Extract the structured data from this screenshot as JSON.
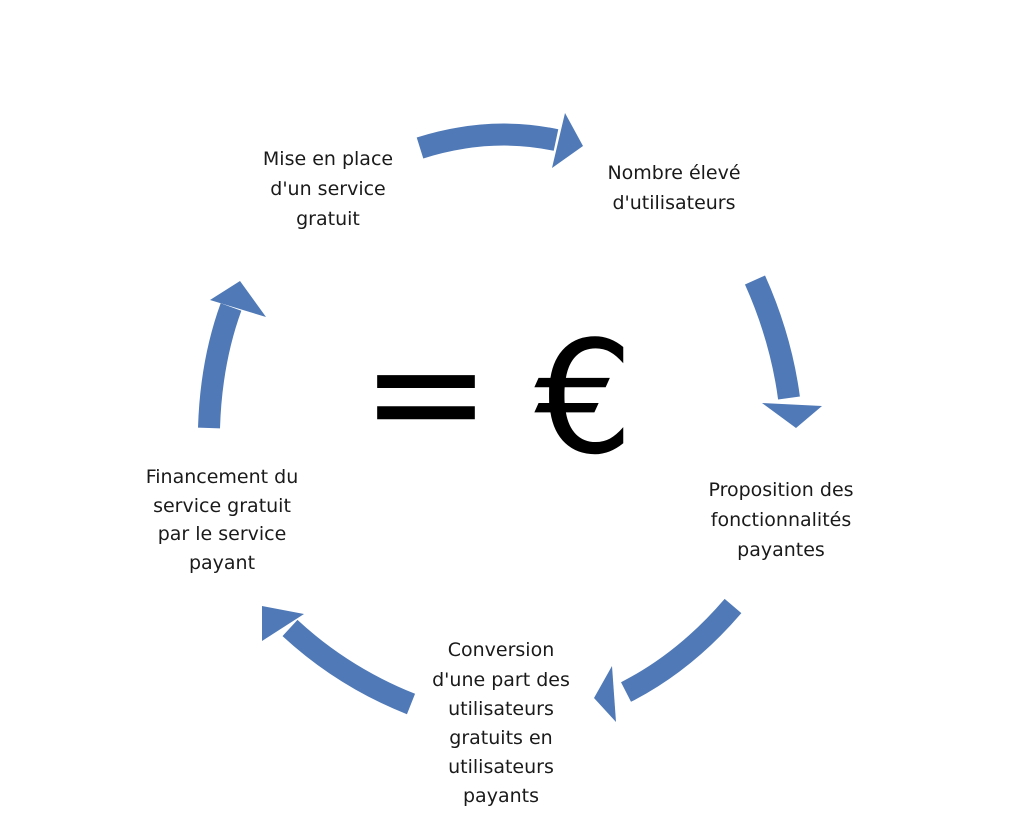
{
  "colors": {
    "arrow": "#4f79b7",
    "text": "#1a1a1a",
    "symbol": "#000000",
    "background": "#ffffff"
  },
  "center": {
    "equals": "=",
    "symbol": "€"
  },
  "nodes": [
    {
      "id": "free-service",
      "lines": [
        "Mise en place",
        "d'un service",
        "gratuit"
      ]
    },
    {
      "id": "many-users",
      "lines": [
        "Nombre élevé",
        "d'utilisateurs"
      ]
    },
    {
      "id": "paid-features",
      "lines": [
        "Proposition des",
        "fonctionnalités",
        "payantes"
      ]
    },
    {
      "id": "conversion",
      "lines": [
        "Conversion",
        "d'une part des",
        "utilisateurs",
        "gratuits en",
        "utilisateurs",
        "payants"
      ]
    },
    {
      "id": "funding",
      "lines": [
        "Financement du",
        "service gratuit",
        "par le service",
        "payant"
      ]
    }
  ]
}
